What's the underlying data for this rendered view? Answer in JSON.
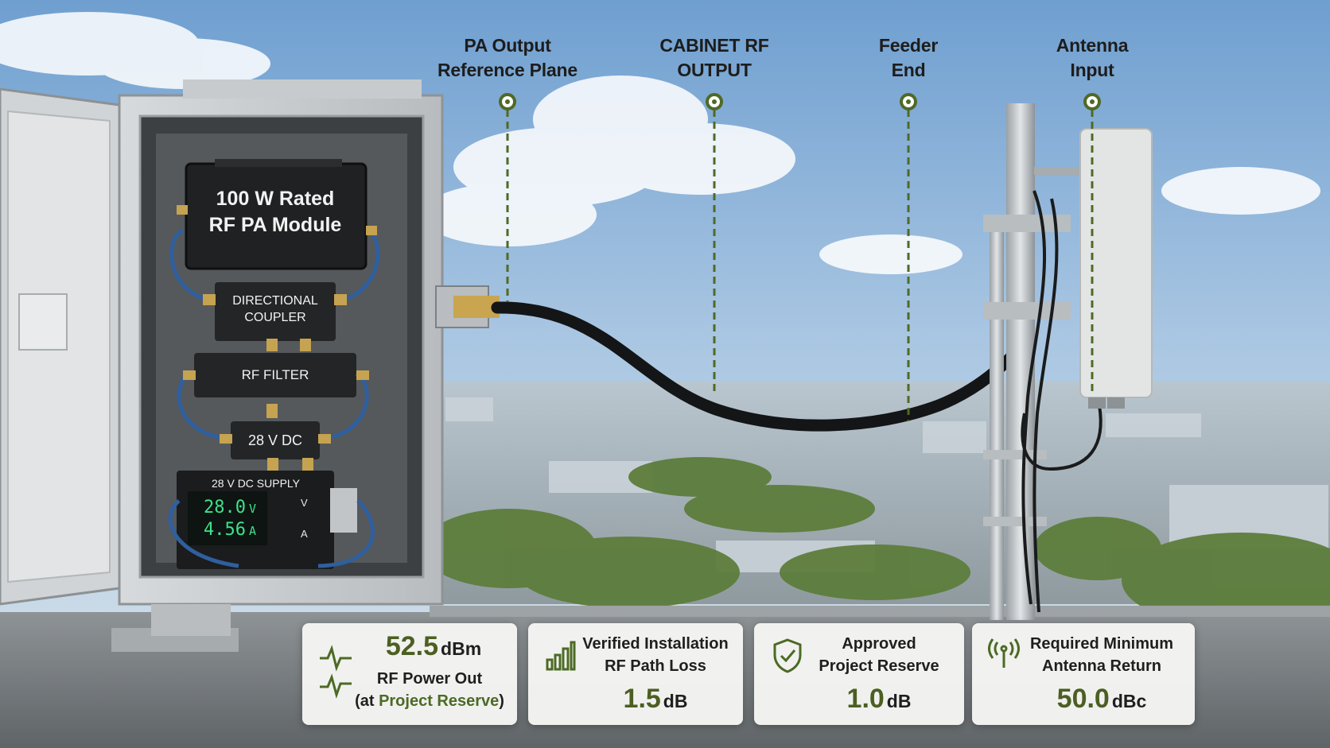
{
  "callouts": [
    {
      "line1": "PA Output",
      "line2": "Reference Plane"
    },
    {
      "line1": "CABINET RF",
      "line2": "OUTPUT"
    },
    {
      "line1": "Feeder",
      "line2": "End"
    },
    {
      "line1": "Antenna",
      "line2": "Input"
    }
  ],
  "cabinet": {
    "pa_module": {
      "line1": "100 W Rated",
      "line2": "RF PA Module"
    },
    "coupler": {
      "line1": "DIRECTIONAL",
      "line2": "COUPLER"
    },
    "filter": "RF FILTER",
    "dc_block": "28 V DC",
    "supply": {
      "title": "28 V DC SUPPLY",
      "voltage": "28.0",
      "voltage_unit": "V",
      "current": "4.56",
      "current_unit": "A",
      "tag_v": "V",
      "tag_a": "A"
    }
  },
  "cards": [
    {
      "value": "52.5",
      "unit": "dBm",
      "label": "RF Power Out",
      "sub_pre": "(at ",
      "sub_hl": "Project Reserve",
      "sub_post": ")",
      "icon": "waveform-icon"
    },
    {
      "line1": "Verified Installation",
      "line2": "RF Path Loss",
      "value": "1.5",
      "unit": "dB",
      "icon": "bar-chart-icon"
    },
    {
      "line1": "Approved",
      "line2": "Project Reserve",
      "value": "1.0",
      "unit": "dB",
      "icon": "shield-check-icon"
    },
    {
      "line1": "Required Minimum",
      "line2": "Antenna Return",
      "value": "50.0",
      "unit": "dBc",
      "icon": "antenna-signal-icon"
    }
  ],
  "colors": {
    "accent_green": "#4c6a24",
    "callout_marker": "#55702a",
    "card_bg": "#f6f6f4"
  }
}
